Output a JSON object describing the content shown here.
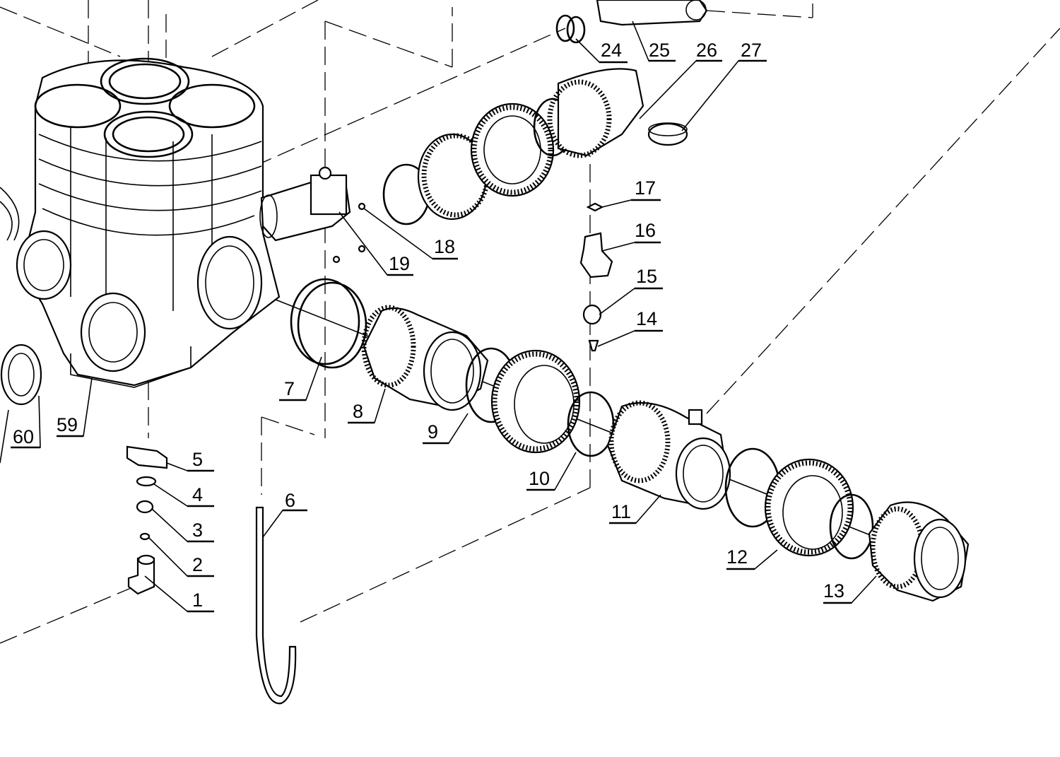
{
  "callouts": {
    "c1": "1",
    "c2": "2",
    "c3": "3",
    "c4": "4",
    "c5": "5",
    "c6": "6",
    "c7": "7",
    "c8": "8",
    "c9": "9",
    "c10": "10",
    "c11": "11",
    "c12": "12",
    "c13": "13",
    "c14": "14",
    "c15": "15",
    "c16": "16",
    "c17": "17",
    "c18": "18",
    "c19": "19",
    "c24": "24",
    "c25": "25",
    "c26": "26",
    "c27": "27",
    "c59": "59",
    "c60": "60"
  },
  "colors": {
    "line": "#000000",
    "background": "#ffffff"
  }
}
